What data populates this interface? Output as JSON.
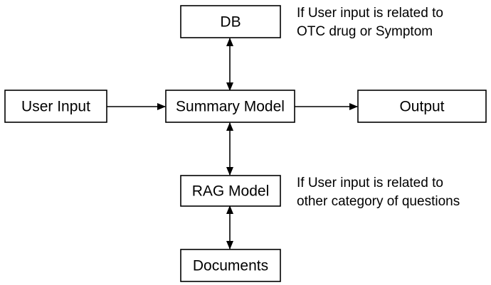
{
  "nodes": {
    "db": "DB",
    "user_input": "User Input",
    "summary_model": "Summary Model",
    "output": "Output",
    "rag_model": "RAG Model",
    "documents": "Documents"
  },
  "notes": {
    "db_condition": {
      "line1": "If User input is related to",
      "line2": "OTC drug or Symptom"
    },
    "rag_condition": {
      "line1": "If User input is related to",
      "line2": "other category of questions"
    }
  }
}
